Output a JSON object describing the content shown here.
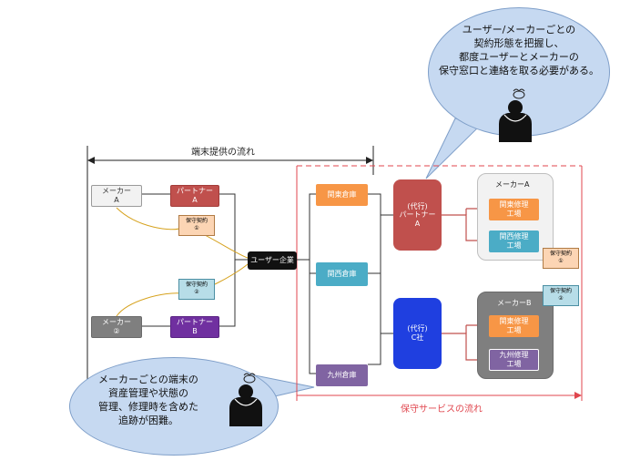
{
  "top_bubble": {
    "lines": "ユーザー/メーカーごとの\n契約形態を把握し、\n都度ユーザーとメーカーの\n保守窓口と連絡を取る必要がある。"
  },
  "bottom_bubble": {
    "lines": "メーカーごとの端末の\n資産管理や状態の\n管理、修理時を含めた\n追跡が困難。"
  },
  "flows": {
    "terminal": "端末提供の流れ",
    "maintenance": "保守サービスの流れ"
  },
  "left": {
    "maker_a": "メーカー\nA",
    "maker_2": "メーカー\n②",
    "partner_a": "パートナー\nA",
    "partner_b": "パートナー\nB",
    "contract_1": "保守契約\n①",
    "contract_2": "保守契約\n②",
    "user_company": "ユーザー企業"
  },
  "warehouses": {
    "kanto": "関東倉庫",
    "kansai": "関西倉庫",
    "kyushu": "九州倉庫"
  },
  "agents": {
    "partner_a": "(代行)\nパートナー\nA",
    "c_company": "(代行)\nC社"
  },
  "maker_groups": {
    "a": {
      "label": "メーカーA",
      "factories": [
        "関東修理\n工場",
        "関西修理\n工場"
      ],
      "contract": "保守契約\n①"
    },
    "b": {
      "label": "メーカーB",
      "factories": [
        "関東修理\n工場",
        "九州修理\n工場"
      ],
      "contract": "保守契約\n②"
    }
  },
  "colors": {
    "accent_red": "#e0464e",
    "orange": "#f79646",
    "blue": "#4bacc6",
    "purple": "#8064a2",
    "bubble_fill": "#c6d9f1"
  }
}
